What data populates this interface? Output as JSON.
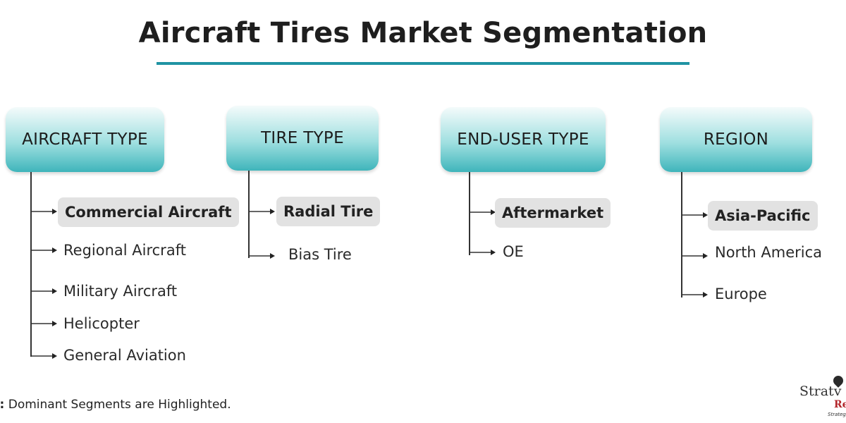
{
  "title": "Aircraft Tires Market Segmentation",
  "colors": {
    "accent": "#1f93a3",
    "highlight_bg": "#e2e2e2"
  },
  "categories": [
    {
      "label": "AIRCRAFT TYPE",
      "items": [
        {
          "label": "Commercial Aircraft",
          "highlighted": true
        },
        {
          "label": "Regional Aircraft",
          "highlighted": false
        },
        {
          "label": "Military Aircraft",
          "highlighted": false
        },
        {
          "label": "Helicopter",
          "highlighted": false
        },
        {
          "label": "General Aviation",
          "highlighted": false
        }
      ]
    },
    {
      "label": "TIRE TYPE",
      "items": [
        {
          "label": "Radial Tire",
          "highlighted": true
        },
        {
          "label": "Bias Tire",
          "highlighted": false
        }
      ]
    },
    {
      "label": "END-USER TYPE",
      "items": [
        {
          "label": "Aftermarket",
          "highlighted": true
        },
        {
          "label": "OE",
          "highlighted": false
        }
      ]
    },
    {
      "label": "REGION",
      "items": [
        {
          "label": "Asia-Pacific",
          "highlighted": true
        },
        {
          "label": "North America",
          "highlighted": false
        },
        {
          "label": "Europe",
          "highlighted": false
        }
      ]
    }
  ],
  "note": {
    "prefix": "e:",
    "text": "Dominant Segments are Highlighted."
  },
  "logo": {
    "line1": "Stratv",
    "line2": "Re",
    "line3": "Strategic In"
  }
}
